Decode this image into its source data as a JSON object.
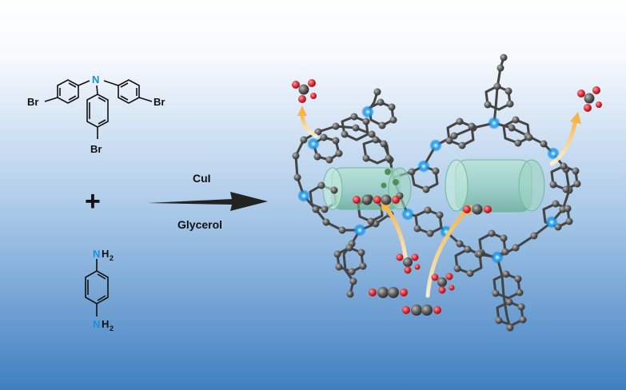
{
  "reactants": {
    "tribromide": {
      "atoms": {
        "n": "N",
        "br_left": "Br",
        "br_right": "Br",
        "br_bottom": "Br"
      }
    },
    "plus": "+",
    "diamine": {
      "atoms": {
        "n_top": "N",
        "h_top": "H",
        "sub_top": "2",
        "n_bottom": "N",
        "h_bottom": "H",
        "sub_bottom": "2"
      }
    }
  },
  "reaction": {
    "reagent": "CuI",
    "solvent": "Glycerol"
  },
  "colors": {
    "background_top": "#ffffff",
    "background_bottom": "#3f7fc0",
    "nitrogen": "#1a8fd8",
    "carbon": "#555555",
    "oxygen": "#d8262f",
    "channel": "#8fcfb5",
    "arrow_flow": "#f4b54a",
    "arrow_reaction": "#222222"
  },
  "icons": [
    "co2-molecule",
    "glycerol-carbonate-molecule",
    "framework-cage"
  ]
}
